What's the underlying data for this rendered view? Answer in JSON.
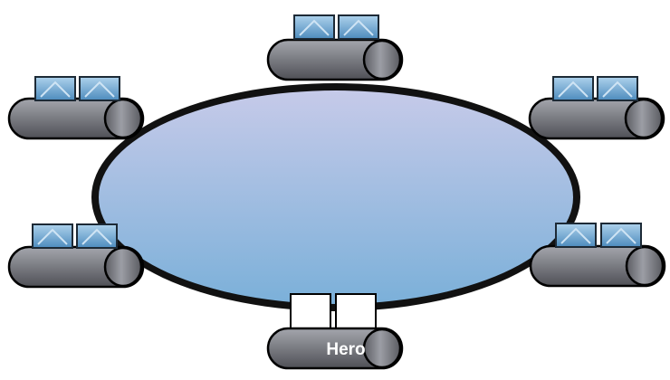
{
  "colors": {
    "table_felt_top": "#c6cae9",
    "table_felt_bottom": "#7bb0d9",
    "table_rail": "#111111",
    "seat_light": "#a4a6ad",
    "seat_dark": "#4f5056",
    "card_back_light": "#aed2ec",
    "card_back_dark": "#4d8bbd",
    "hero_card_face": "#ffffff"
  },
  "seats": [
    {
      "position": "top",
      "card_state": "face-down",
      "label": ""
    },
    {
      "position": "upper-left",
      "card_state": "face-down",
      "label": ""
    },
    {
      "position": "upper-right",
      "card_state": "face-down",
      "label": ""
    },
    {
      "position": "lower-left",
      "card_state": "face-down",
      "label": ""
    },
    {
      "position": "lower-right",
      "card_state": "face-down",
      "label": ""
    },
    {
      "position": "bottom",
      "card_state": "face-up-blank",
      "label": "Hero"
    }
  ]
}
